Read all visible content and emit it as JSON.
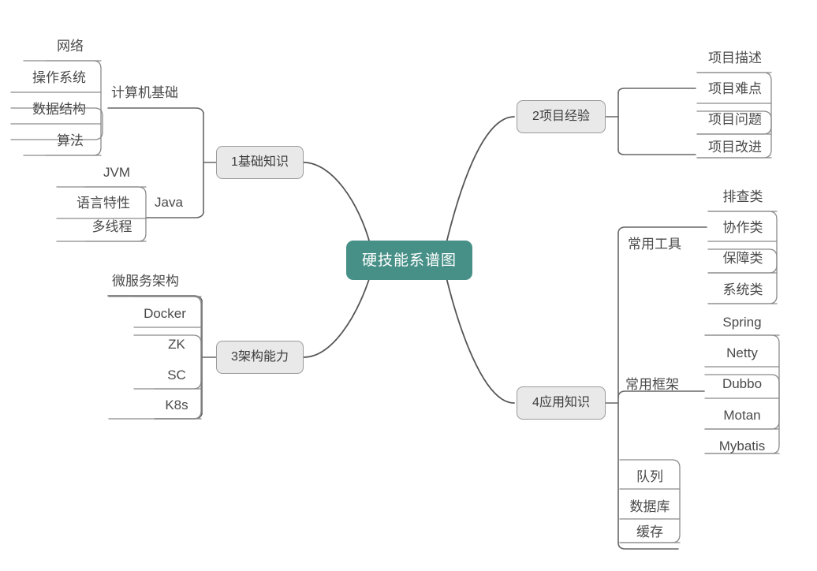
{
  "diagram": {
    "title": "硬技能系谱图",
    "type": "mind-map",
    "colors": {
      "root_fill": "#479087",
      "root_text": "#ffffff",
      "branch_fill": "#e9e9e9",
      "branch_border": "#9a9a9a",
      "text": "#4a4a4a",
      "line": "#555555",
      "bracket_line": "#8a8a8a",
      "background": "#ffffff"
    },
    "root": {
      "label": "硬技能系谱图"
    },
    "branches": [
      {
        "id": "basics",
        "label": "1基础知识",
        "side": "left",
        "groups": [
          {
            "label": "计算机基础",
            "items": [
              "网络",
              "操作系统",
              "数据结构",
              "算法"
            ]
          },
          {
            "label": "Java",
            "items": [
              "JVM",
              "语言特性",
              "多线程"
            ]
          }
        ]
      },
      {
        "id": "project",
        "label": "2项目经验",
        "side": "right",
        "groups": [
          {
            "label": "",
            "items": [
              "项目描述",
              "项目难点",
              "项目问题",
              "项目改进"
            ]
          }
        ]
      },
      {
        "id": "architecture",
        "label": "3架构能力",
        "side": "left",
        "groups": [
          {
            "label": "微服务架构",
            "items": [
              "Docker",
              "ZK",
              "SC",
              "K8s"
            ]
          }
        ]
      },
      {
        "id": "application",
        "label": "4应用知识",
        "side": "right",
        "groups": [
          {
            "label": "常用工具",
            "items": [
              "排查类",
              "协作类",
              "保障类",
              "系统类"
            ]
          },
          {
            "label": "常用框架",
            "items": [
              "Spring",
              "Netty",
              "Dubbo",
              "Motan",
              "Mybatis"
            ]
          },
          {
            "label": "",
            "items": [
              "队列",
              "数据库",
              "缓存"
            ]
          }
        ]
      }
    ]
  }
}
